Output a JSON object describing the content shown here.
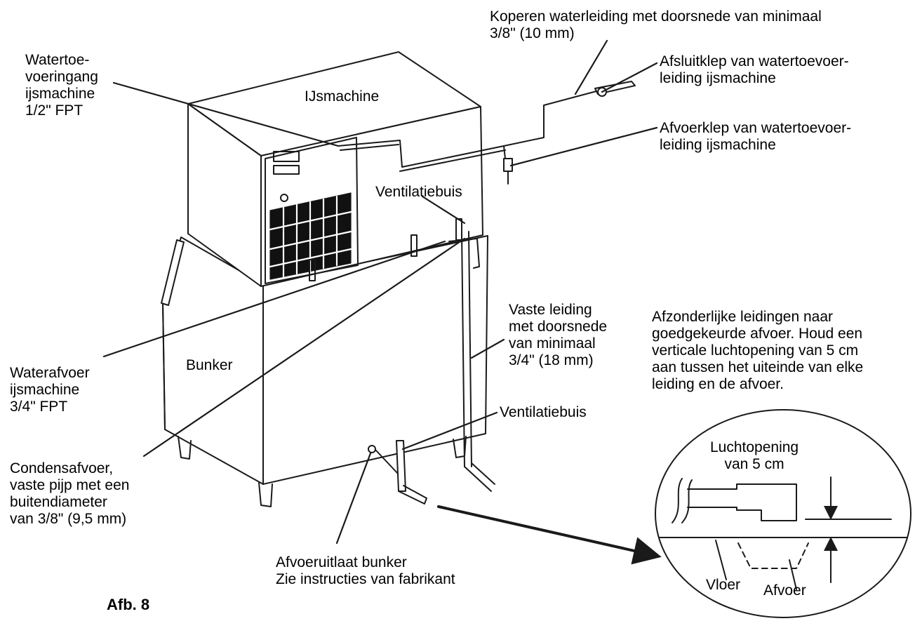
{
  "figure": {
    "caption": "Afb. 8"
  },
  "components": {
    "ice_machine": "IJsmachine",
    "bin": "Bunker"
  },
  "callouts": {
    "water_inlet": [
      "Watertoe-",
      "voeringang",
      "ijsmachine",
      "1/2\" FPT"
    ],
    "copper_line": [
      "Koperen waterleiding met doorsnede van minimaal",
      "3/8\" (10 mm)"
    ],
    "shutoff_valve": [
      "Afsluitklep van watertoevoer-",
      "leiding ijsmachine"
    ],
    "drain_valve": [
      "Afvoerklep van watertoevoer-",
      "leiding ijsmachine"
    ],
    "vent_tube_top": "Ventilatiebuis",
    "rigid_line": [
      "Vaste leiding",
      "met doorsnede",
      "van minimaal",
      "3/4\" (18 mm)"
    ],
    "separate_lines_note": [
      "Afzonderlijke leidingen naar",
      "goedgekeurde afvoer. Houd een",
      "verticale luchtopening van 5 cm",
      "aan tussen het uiteinde van elke",
      "leiding en de afvoer."
    ],
    "water_drain": [
      "Waterafvoer",
      "ijsmachine",
      "3/4\" FPT"
    ],
    "vent_tube_bottom": "Ventilatiebuis",
    "condensate_drain": [
      "Condensafvoer,",
      "vaste pijp met een",
      "buitendiameter",
      "van 3/8\" (9,5 mm)"
    ],
    "bin_drain": [
      "Afvoeruitlaat bunker",
      "Zie instructies van fabrikant"
    ]
  },
  "detail": {
    "air_gap": [
      "Luchtopening",
      "van 5 cm"
    ],
    "floor": "Vloer",
    "drain": "Afvoer"
  },
  "colors": {
    "line": "#1a1a1a",
    "background": "#ffffff"
  }
}
